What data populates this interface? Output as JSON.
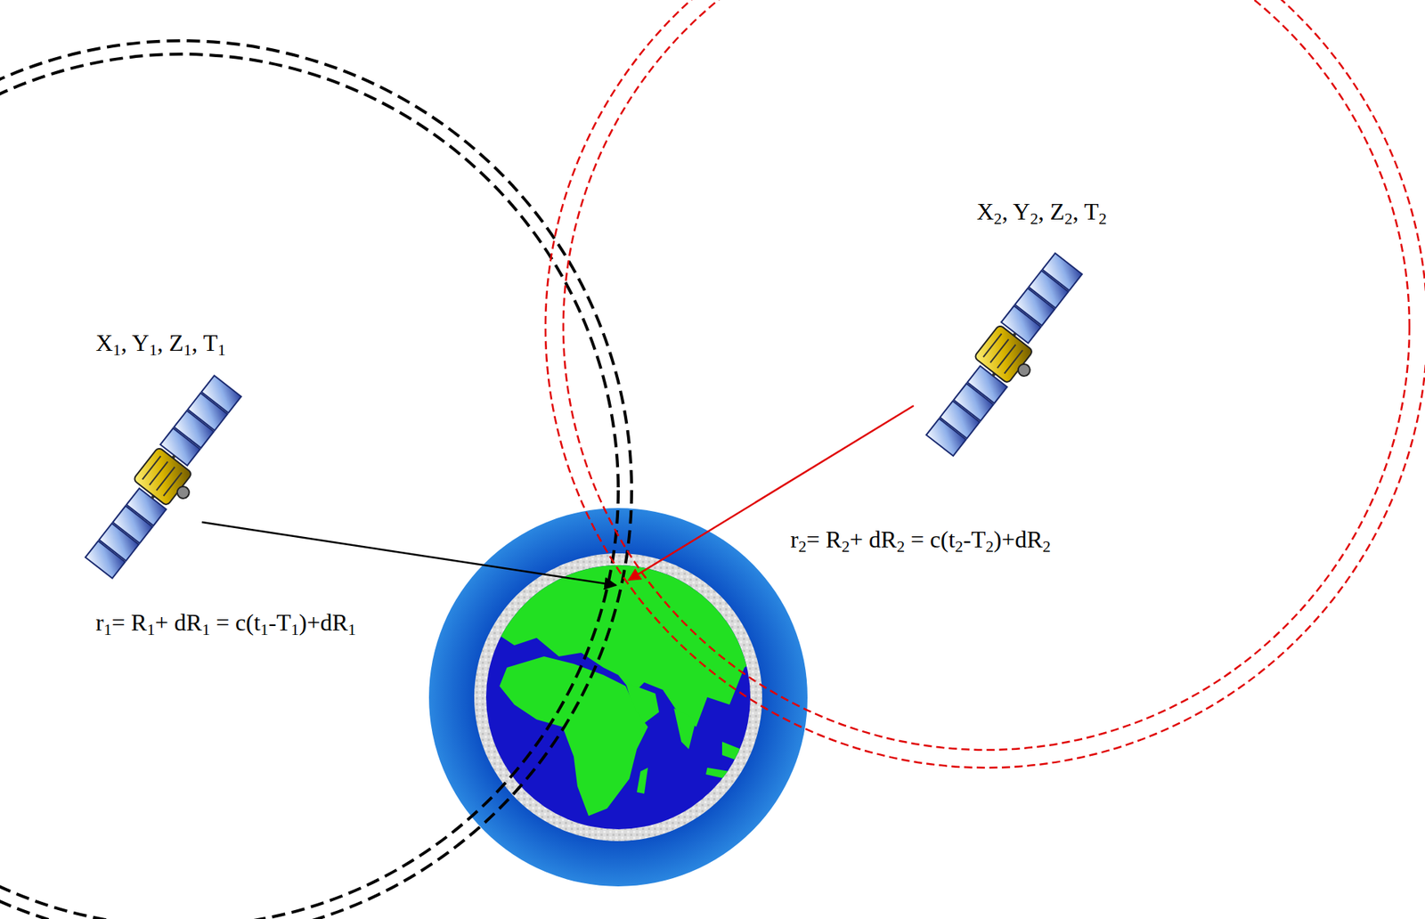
{
  "diagram": {
    "labels": [
      "X1, Y1, Z1, T1",
      "X2, Y2, Z2, T2",
      "r1= R1+ dR1 = c(t1-T1)+dR1",
      "r2= R2+ dR2 = c(t2-T2)+dR2"
    ]
  }
}
